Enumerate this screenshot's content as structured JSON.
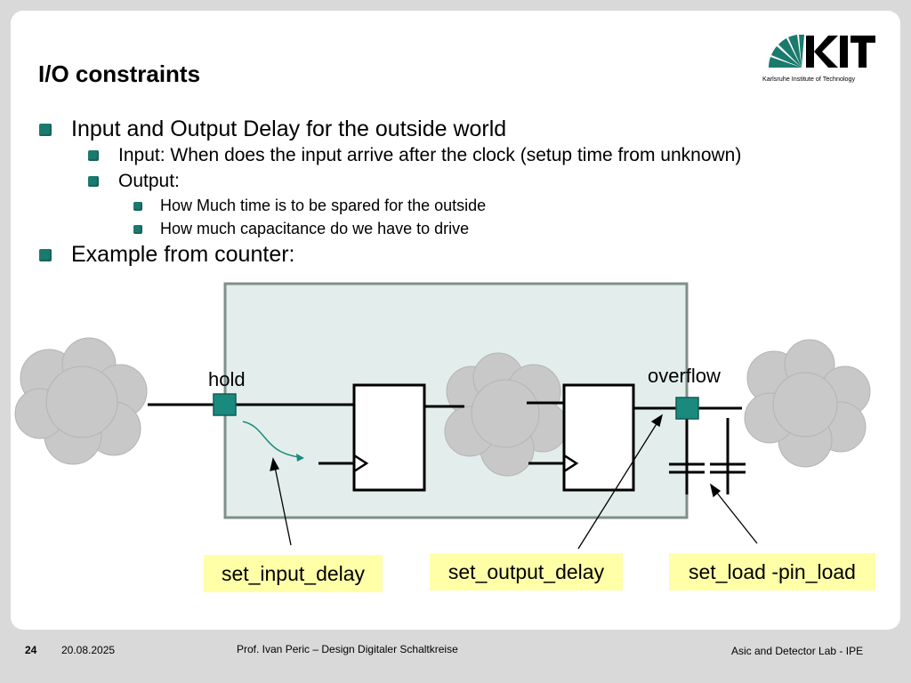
{
  "slide": {
    "title": "I/O constraints",
    "logo_text": "Karlsruhe Institute of Technology",
    "logo_mark": "KIT",
    "bullets": [
      "Input and Output Delay for the outside world",
      "Input: When does the input arrive after the clock (setup time from unknown)",
      "Output:",
      "How Much time is to be spared for the outside",
      "How much capacitance do we have to drive",
      "Example from counter:"
    ]
  },
  "diagram": {
    "pin_in_label": "hold",
    "pin_out_label": "overflow",
    "boxes": {
      "input_delay": "set_input_delay",
      "output_delay": "set_output_delay",
      "load": "set_load -pin_load"
    }
  },
  "footer": {
    "page": "24",
    "date": "20.08.2025",
    "author": "Prof. Ivan Peric – Design Digitaler Schaltkreise",
    "lab": "Asic and Detector Lab - IPE"
  },
  "colors": {
    "accent": "#1a7a6e",
    "chip_fill": "#e3eeec",
    "chip_border": "#7f8f8a",
    "cloud": "#c8c8c8",
    "label_bg": "#ffffa8"
  }
}
